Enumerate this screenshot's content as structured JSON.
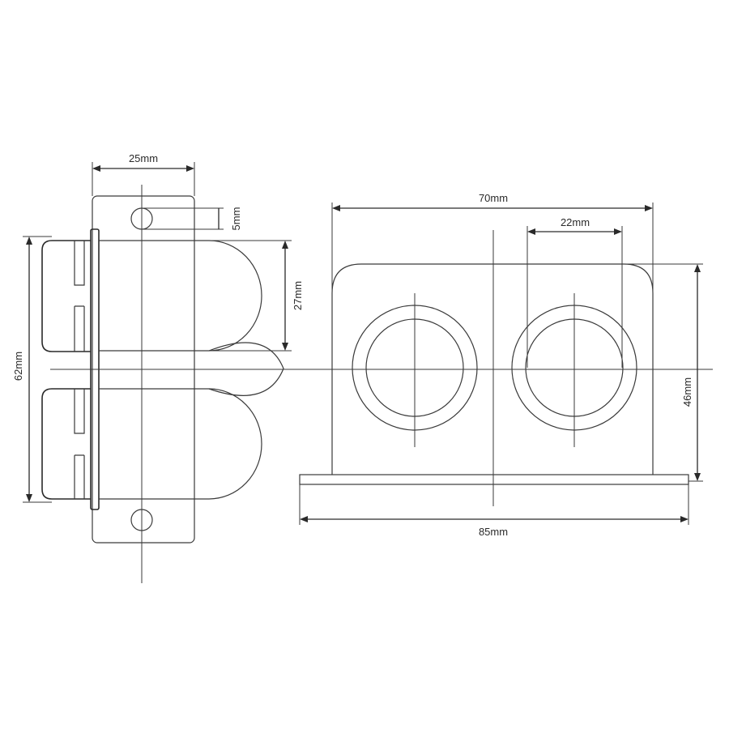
{
  "dimensions": {
    "side_width": "25mm",
    "slot_height": "5mm",
    "socket_spacing": "27mm",
    "total_height": "62mm",
    "front_inner_width": "70mm",
    "socket_diameter": "22mm",
    "front_height": "46mm",
    "base_width": "85mm"
  }
}
